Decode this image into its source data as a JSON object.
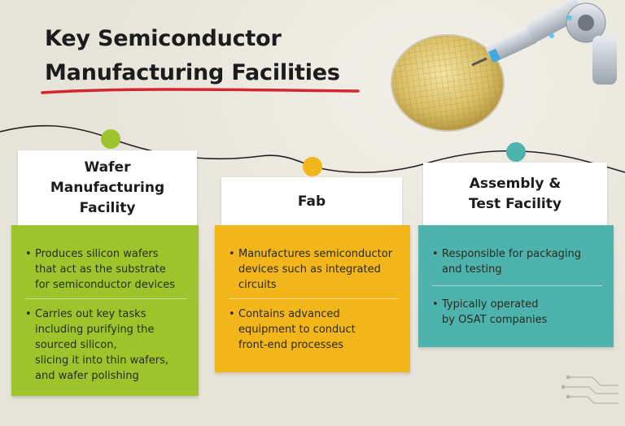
{
  "title": {
    "line1": "Key Semiconductor",
    "line2": "Manufacturing Facilities"
  },
  "colors": {
    "background": "#e6e3d9",
    "underline": "#d3262f",
    "green": "#9dc52b",
    "yellow": "#f2b51a",
    "teal": "#4fb3ad"
  },
  "facilities": [
    {
      "name": "Wafer\nManufacturing\nFacility",
      "color": "#9dc52b",
      "bullets": [
        "Produces silicon wafers\nthat act as the substrate\nfor semiconductor devices",
        "Carries out key tasks\nincluding purifying the\nsourced silicon,\nslicing it into thin wafers,\nand wafer polishing"
      ]
    },
    {
      "name": "Fab",
      "color": "#f2b51a",
      "bullets": [
        "Manufactures semiconductor\ndevices such as integrated\ncircuits",
        "Contains advanced\nequipment to conduct\nfront-end processes"
      ]
    },
    {
      "name": "Assembly &\nTest Facility",
      "color": "#4fb3ad",
      "bullets": [
        "Responsible for packaging\nand testing",
        "Typically operated\nby OSAT companies"
      ]
    }
  ],
  "icons": [
    "silicon-wafer-icon",
    "robotic-arm-icon",
    "circuit-trace-icon"
  ]
}
